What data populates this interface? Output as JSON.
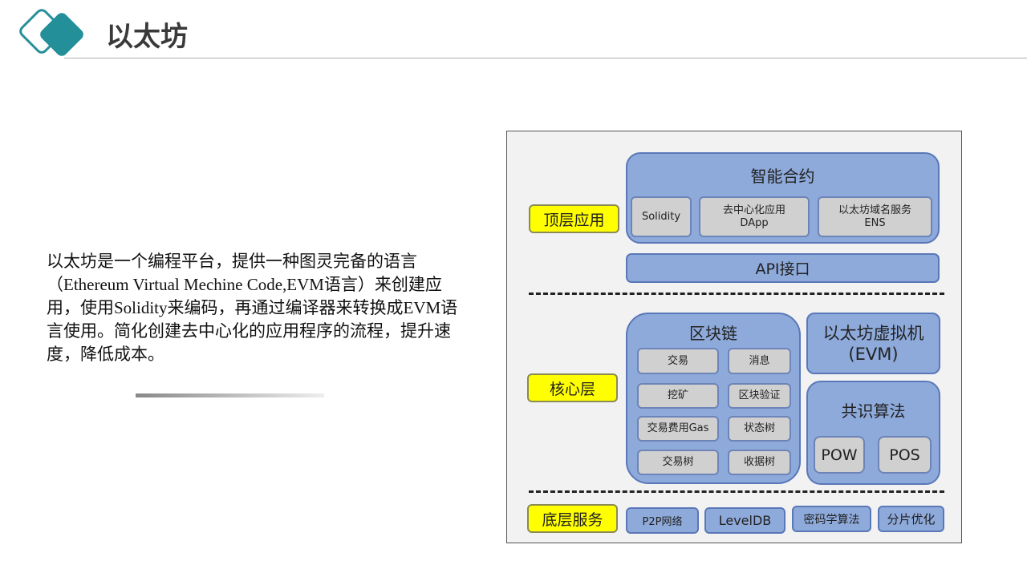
{
  "header": {
    "title": "以太坊"
  },
  "body": {
    "paragraph": "以太坊是一个编程平台，提供一种图灵完备的语言（Ethereum Virtual Mechine Code,EVM语言）来创建应用，使用Solidity来编码，再通过编译器来转换成EVM语言使用。简化创建去中心化的应用程序的流程，提升速度，降低成本。"
  },
  "diagram": {
    "top_label": "顶层应用",
    "smart_contract": {
      "title": "智能合约",
      "items": [
        {
          "l1": "Solidity",
          "l2": ""
        },
        {
          "l1": "去中心化应用",
          "l2": "DApp"
        },
        {
          "l1": "以太坊域名服务",
          "l2": "ENS"
        }
      ]
    },
    "api": "API接口",
    "core_label": "核心层",
    "blockchain": {
      "title": "区块链",
      "items": [
        "交易",
        "消息",
        "挖矿",
        "区块验证",
        "交易费用Gas",
        "状态树",
        "交易树",
        "收据树"
      ]
    },
    "evm": {
      "l1": "以太坊虚拟机",
      "l2": "(EVM)"
    },
    "consensus": {
      "title": "共识算法",
      "items": [
        "POW",
        "POS"
      ]
    },
    "bottom_label": "底层服务",
    "bottom_items": [
      "P2P网络",
      "LevelDB",
      "密码学算法",
      "分片优化"
    ]
  }
}
